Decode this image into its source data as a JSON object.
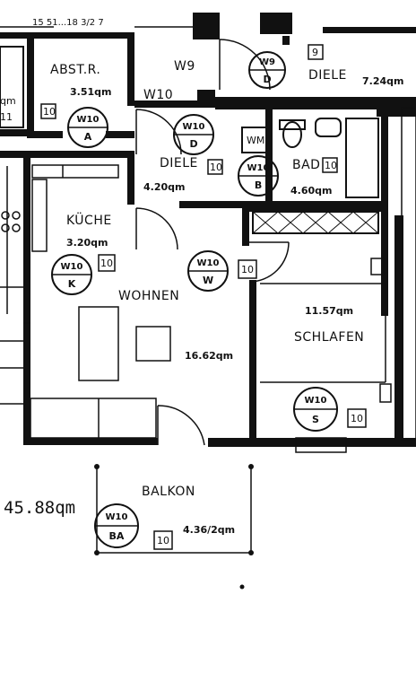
{
  "header_text": "15 51...18 3/2 7",
  "total_area": "45.88qm",
  "rooms": {
    "abstr": {
      "name": "ABST.R.",
      "area": "3.51qm",
      "tag_top": "W10",
      "tag_bottom": "A",
      "number": "10"
    },
    "diele_left": {
      "name": "DIELE",
      "area": "4.20qm",
      "tag_top": "W10",
      "tag_bottom": "D",
      "number": "10"
    },
    "diele_right": {
      "name": "DIELE",
      "area": "7.24qm",
      "tag_top": "W9",
      "tag_bottom": "D",
      "number": "9"
    },
    "bad": {
      "name": "BAD",
      "area": "4.60qm",
      "tag_top": "W10",
      "tag_bottom": "B",
      "number": "10",
      "fixture": "WM"
    },
    "kueche": {
      "name": "KÜCHE",
      "area": "3.20qm",
      "tag_top": "W10",
      "tag_bottom": "K",
      "number": "10"
    },
    "wohnen": {
      "name": "WOHNEN",
      "area": "16.62qm",
      "tag_top": "W10",
      "tag_bottom": "W",
      "number": "10"
    },
    "schlafen": {
      "name": "SCHLAFEN",
      "area": "11.57qm",
      "tag_top": "W10",
      "tag_bottom": "S",
      "number": "10"
    },
    "balkon": {
      "name": "BALKON",
      "area": "4.36/2qm",
      "tag_top": "W10",
      "tag_bottom": "BA",
      "number": "10"
    }
  },
  "wall_labels": {
    "w9": "W9",
    "w10": "W10"
  },
  "left_edge": {
    "area_fragment": "qm",
    "number_fragment": "11"
  }
}
